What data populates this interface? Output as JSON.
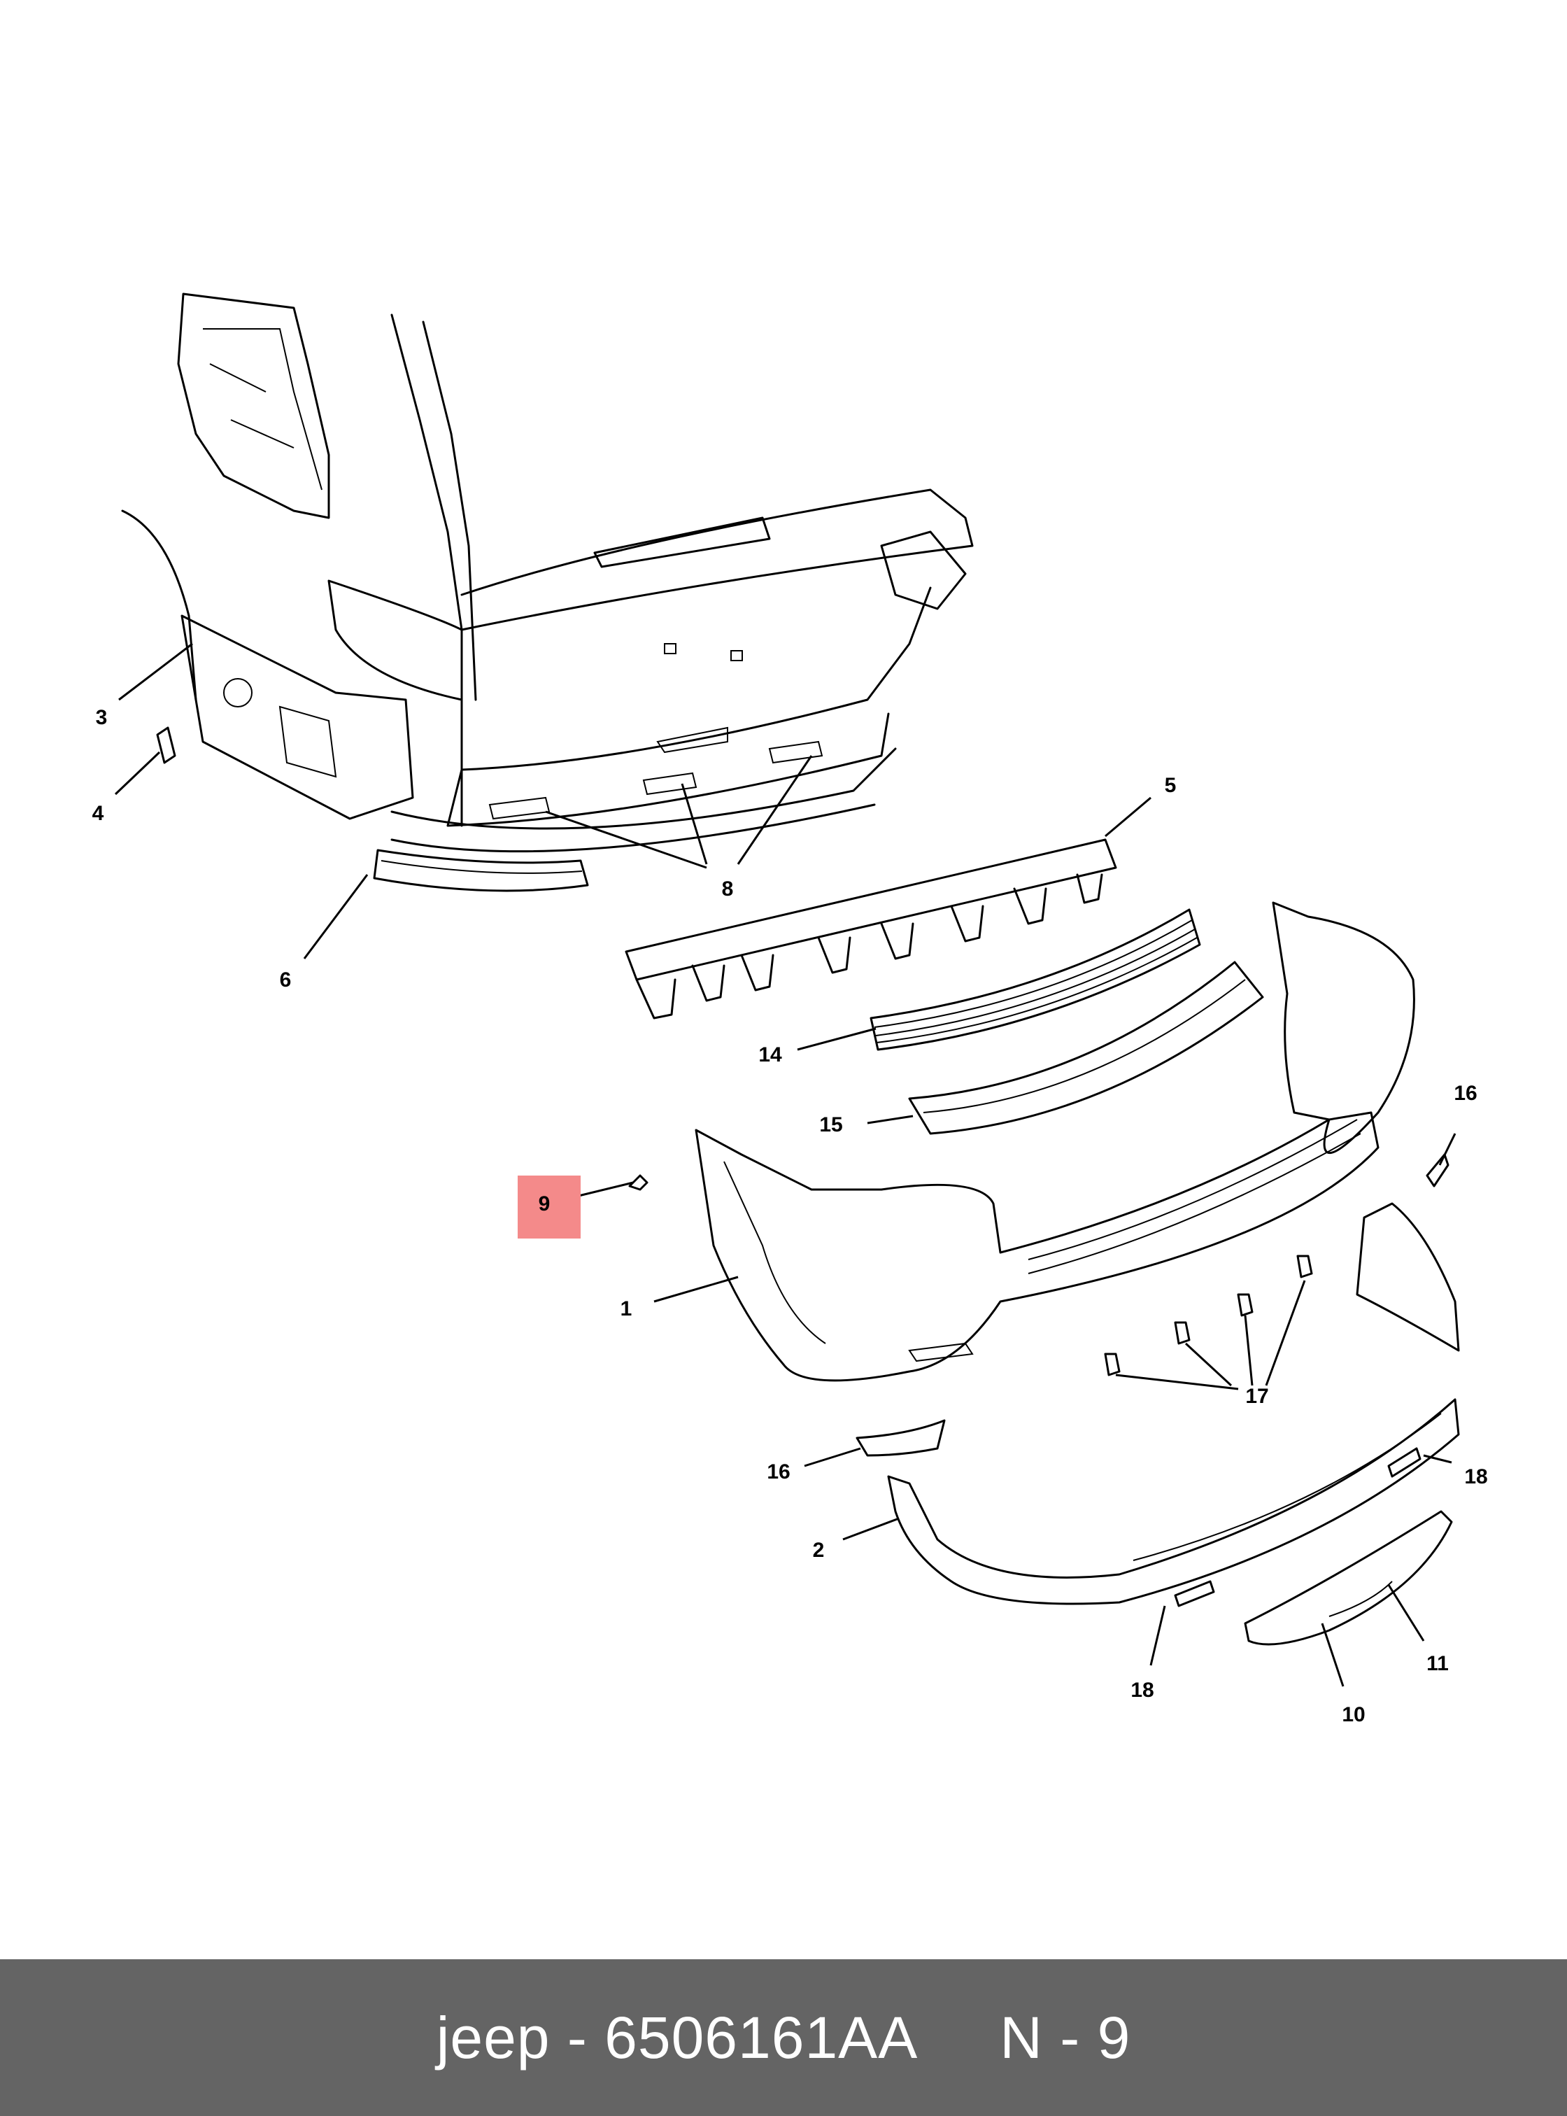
{
  "callouts": {
    "c1": "1",
    "c2": "2",
    "c3": "3",
    "c4": "4",
    "c5": "5",
    "c6": "6",
    "c8": "8",
    "c9": "9",
    "c10": "10",
    "c11": "11",
    "c14": "14",
    "c15": "15",
    "c16a": "16",
    "c16b": "16",
    "c17": "17",
    "c18a": "18",
    "c18b": "18"
  },
  "highlight_color": "#f48a8a",
  "footer": {
    "text": "jeep - 6506161AA     N - 9"
  }
}
